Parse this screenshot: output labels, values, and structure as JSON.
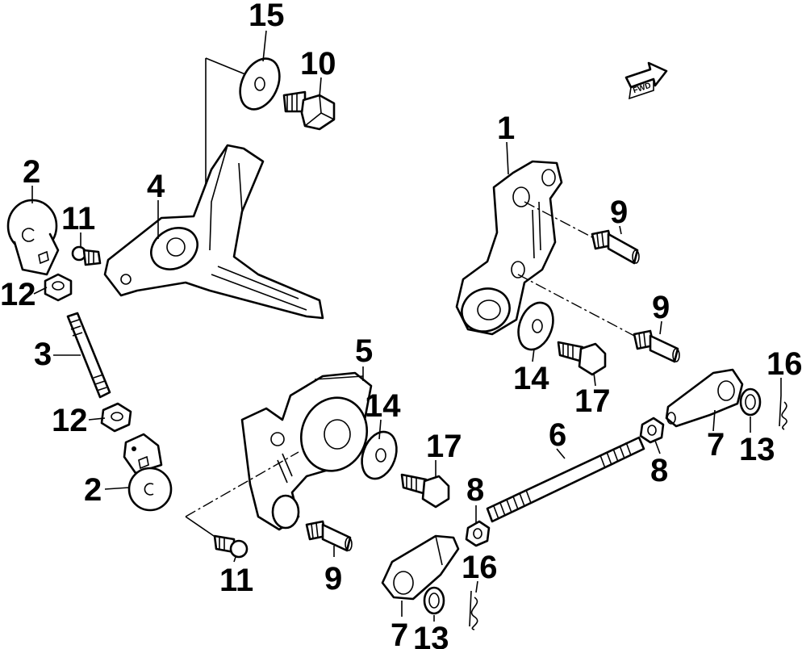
{
  "callouts": {
    "c1": "1",
    "c2a": "2",
    "c2b": "2",
    "c3": "3",
    "c4": "4",
    "c5": "5",
    "c6": "6",
    "c7a": "7",
    "c7b": "7",
    "c8a": "8",
    "c8b": "8",
    "c9a": "9",
    "c9b": "9",
    "c9c": "9",
    "c10": "10",
    "c11a": "11",
    "c11b": "11",
    "c12a": "12",
    "c12b": "12",
    "c13a": "13",
    "c13b": "13",
    "c14a": "14",
    "c14b": "14",
    "c15": "15",
    "c16a": "16",
    "c16b": "16",
    "c17a": "17",
    "c17b": "17"
  },
  "fwd_symbol": {
    "label": "FWD"
  }
}
